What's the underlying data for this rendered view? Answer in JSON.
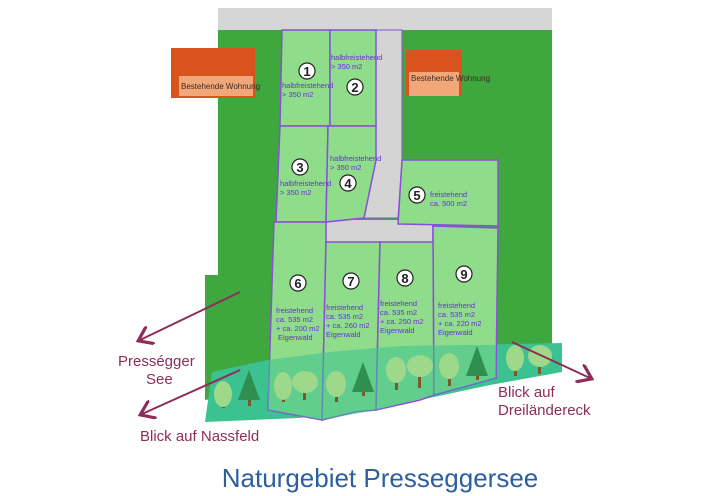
{
  "existing_houses": [
    {
      "label": "Bestehende Wohnung"
    },
    {
      "label": "Bestehende Wohnung"
    }
  ],
  "plots": [
    {
      "number": "1",
      "line1": "halbfreistehend",
      "line2": "> 350 m2",
      "line3": "",
      "line4": ""
    },
    {
      "number": "2",
      "line1": "halbfreistehend",
      "line2": "> 350 m2",
      "line3": "",
      "line4": ""
    },
    {
      "number": "3",
      "line1": "halbfreistehend",
      "line2": "> 350 m2",
      "line3": "",
      "line4": ""
    },
    {
      "number": "4",
      "line1": "halbfreistehend",
      "line2": "> 350 m2",
      "line3": "",
      "line4": ""
    },
    {
      "number": "5",
      "line1": "freistehend",
      "line2": "ca. 500 m2",
      "line3": "",
      "line4": ""
    },
    {
      "number": "6",
      "line1": "freistehend",
      "line2": "ca. 535 m2",
      "line3": "+ ca. 200 m2",
      "line4": "Eigenwald"
    },
    {
      "number": "7",
      "line1": "freistehend",
      "line2": "ca. 535 m2",
      "line3": "+ ca. 260 m2",
      "line4": "Eigenwald"
    },
    {
      "number": "8",
      "line1": "freistehend",
      "line2": "ca. 535 m2",
      "line3": "+ ca. 250 m2",
      "line4": "Eigenwald"
    },
    {
      "number": "9",
      "line1": "freistehend",
      "line2": "ca. 535 m2",
      "line3": "+ ca. 220 m2",
      "line4": "Eigenwald"
    }
  ],
  "views": {
    "see_line1": "Prességger",
    "see_line2": "See",
    "nassfeld": "Blick auf Nassfeld",
    "dreilaender_line1": "Blick auf",
    "dreilaender_line2": "Dreiländereck"
  },
  "footer_title": "Naturgebiet Presseggersee",
  "colors": {
    "grass": "#3ea83e",
    "plot": "#8fdc8a",
    "plot_border": "#8a4fd8",
    "road": "#d4d4d4",
    "house": "#f2894a",
    "house_roof": "#d9531f",
    "forest_band": "#3cc290",
    "arrow": "#8e2c5a",
    "title": "#2d5f9e"
  }
}
